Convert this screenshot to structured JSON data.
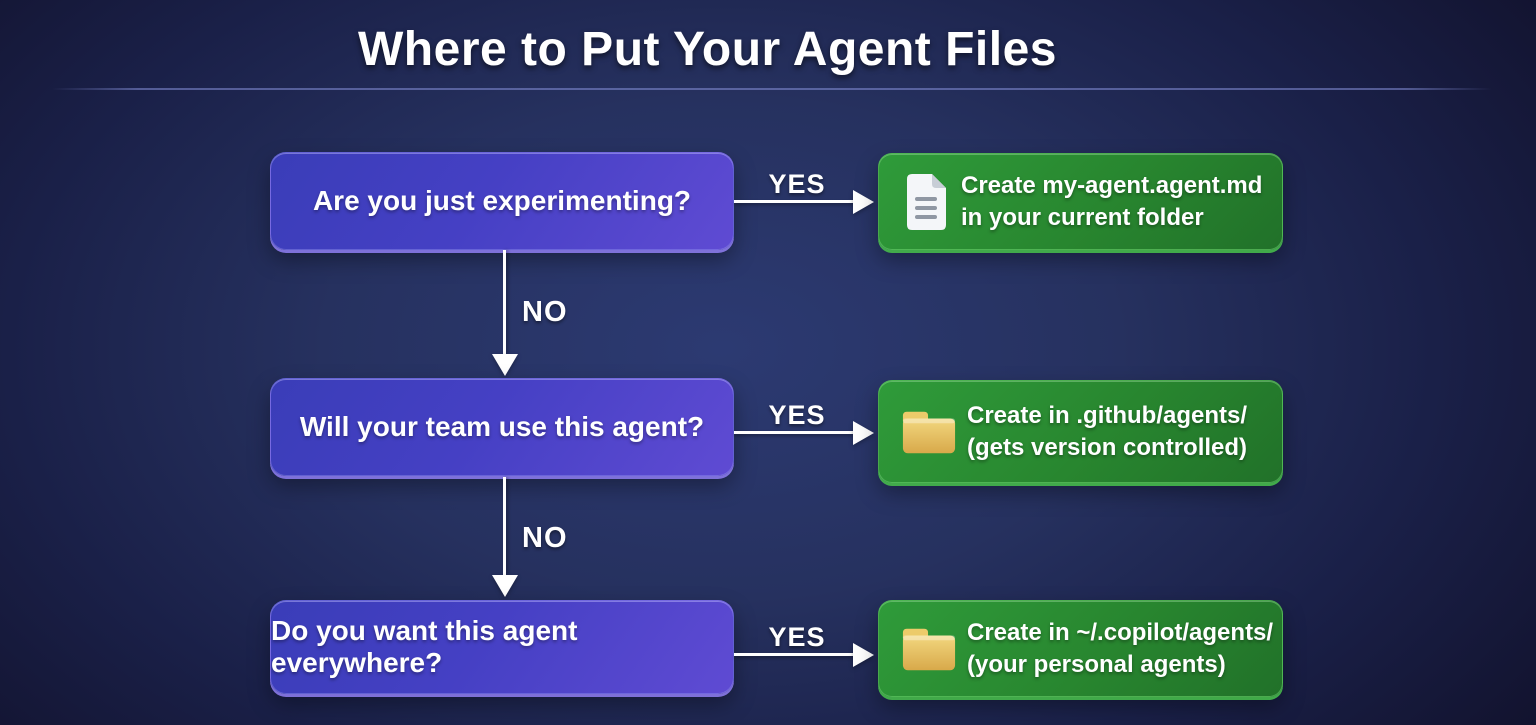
{
  "title": "Where to Put Your Agent Files",
  "theme": {
    "background_center": "#273468",
    "background_edge": "#11112b",
    "question_box_color": "#4742c6",
    "question_box_rim": "#8a7ae8",
    "answer_box_color": "#27862f",
    "answer_box_rim": "#46b94b",
    "arrow_color": "#ffffff",
    "folder_icon_color": "#e9c45f",
    "document_icon_color": "#f4f6f9"
  },
  "flowchart": {
    "rows": [
      {
        "question": "Are you just experimenting?",
        "yes_label": "YES",
        "icon": "document-icon",
        "answer_line1": "Create my-agent.agent.md",
        "answer_line2": "in your current folder"
      },
      {
        "question": "Will your team use this agent?",
        "yes_label": "YES",
        "icon": "folder-icon",
        "answer_line1": "Create in .github/agents/",
        "answer_line2": "(gets version controlled)"
      },
      {
        "question": "Do you want this agent everywhere?",
        "yes_label": "YES",
        "icon": "folder-icon",
        "answer_line1": "Create in ~/.copilot/agents/",
        "answer_line2": "(your personal agents)"
      }
    ],
    "no_labels": [
      "NO",
      "NO"
    ]
  }
}
